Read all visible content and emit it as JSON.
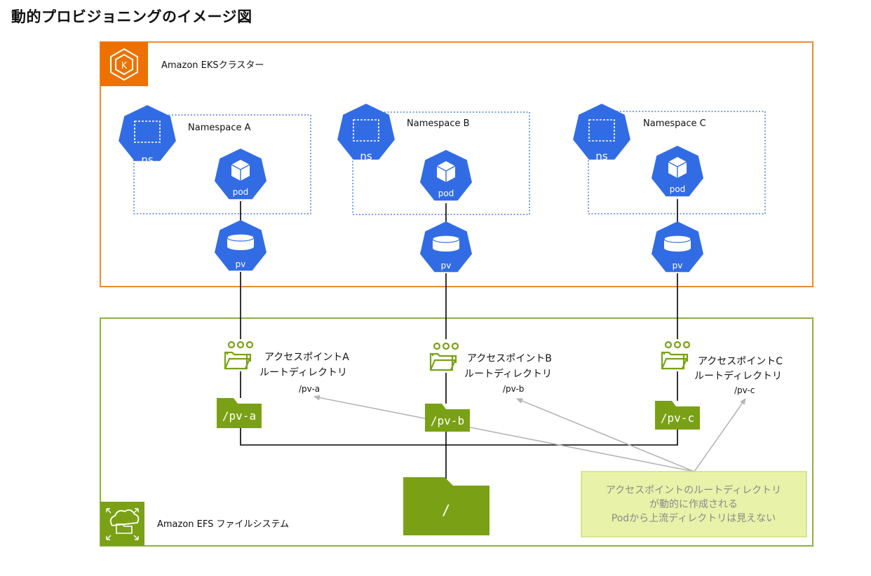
{
  "title": "動的プロビジョニングのイメージ図",
  "eks": {
    "label": "Amazon EKSクラスター",
    "logo_letter": "K"
  },
  "efs": {
    "label": "Amazon EFS ファイルシステム"
  },
  "namespaces": [
    {
      "label": "Namespace A",
      "ns_icon": "ns",
      "pod_icon": "pod",
      "pv_icon": "pv",
      "ap_label_1": "アクセスポイントA",
      "ap_label_2": "ルートディレクトリ",
      "ap_path": "/pv-a",
      "folder": "/pv-a"
    },
    {
      "label": "Namespace B",
      "ns_icon": "ns",
      "pod_icon": "pod",
      "pv_icon": "pv",
      "ap_label_1": "アクセスポイントB",
      "ap_label_2": "ルートディレクトリ",
      "ap_path": "/pv-b",
      "folder": "/pv-b"
    },
    {
      "label": "Namespace C",
      "ns_icon": "ns",
      "pod_icon": "pod",
      "pv_icon": "pv",
      "ap_label_1": "アクセスポイントC",
      "ap_label_2": "ルートディレクトリ",
      "ap_path": "/pv-c",
      "folder": "/pv-c"
    }
  ],
  "root_folder": "/",
  "note": {
    "line1": "アクセスポイントのルートディレクトリ",
    "line2": "が動的に作成される",
    "line3": "Podから上流ディレクトリは見えない"
  },
  "colors": {
    "eks_orange": "#f08a2c",
    "eks_logo_bg": "#ed7100",
    "efs_green": "#7aa116",
    "efs_border": "#8db33c",
    "k8s_blue": "#326ce5",
    "ns_dotted": "#4a7fe0",
    "note_bg": "#e8f2a8",
    "note_border": "#cfe07a",
    "note_text": "#8a8a8a",
    "arrow_gray": "#b5b5b5"
  }
}
